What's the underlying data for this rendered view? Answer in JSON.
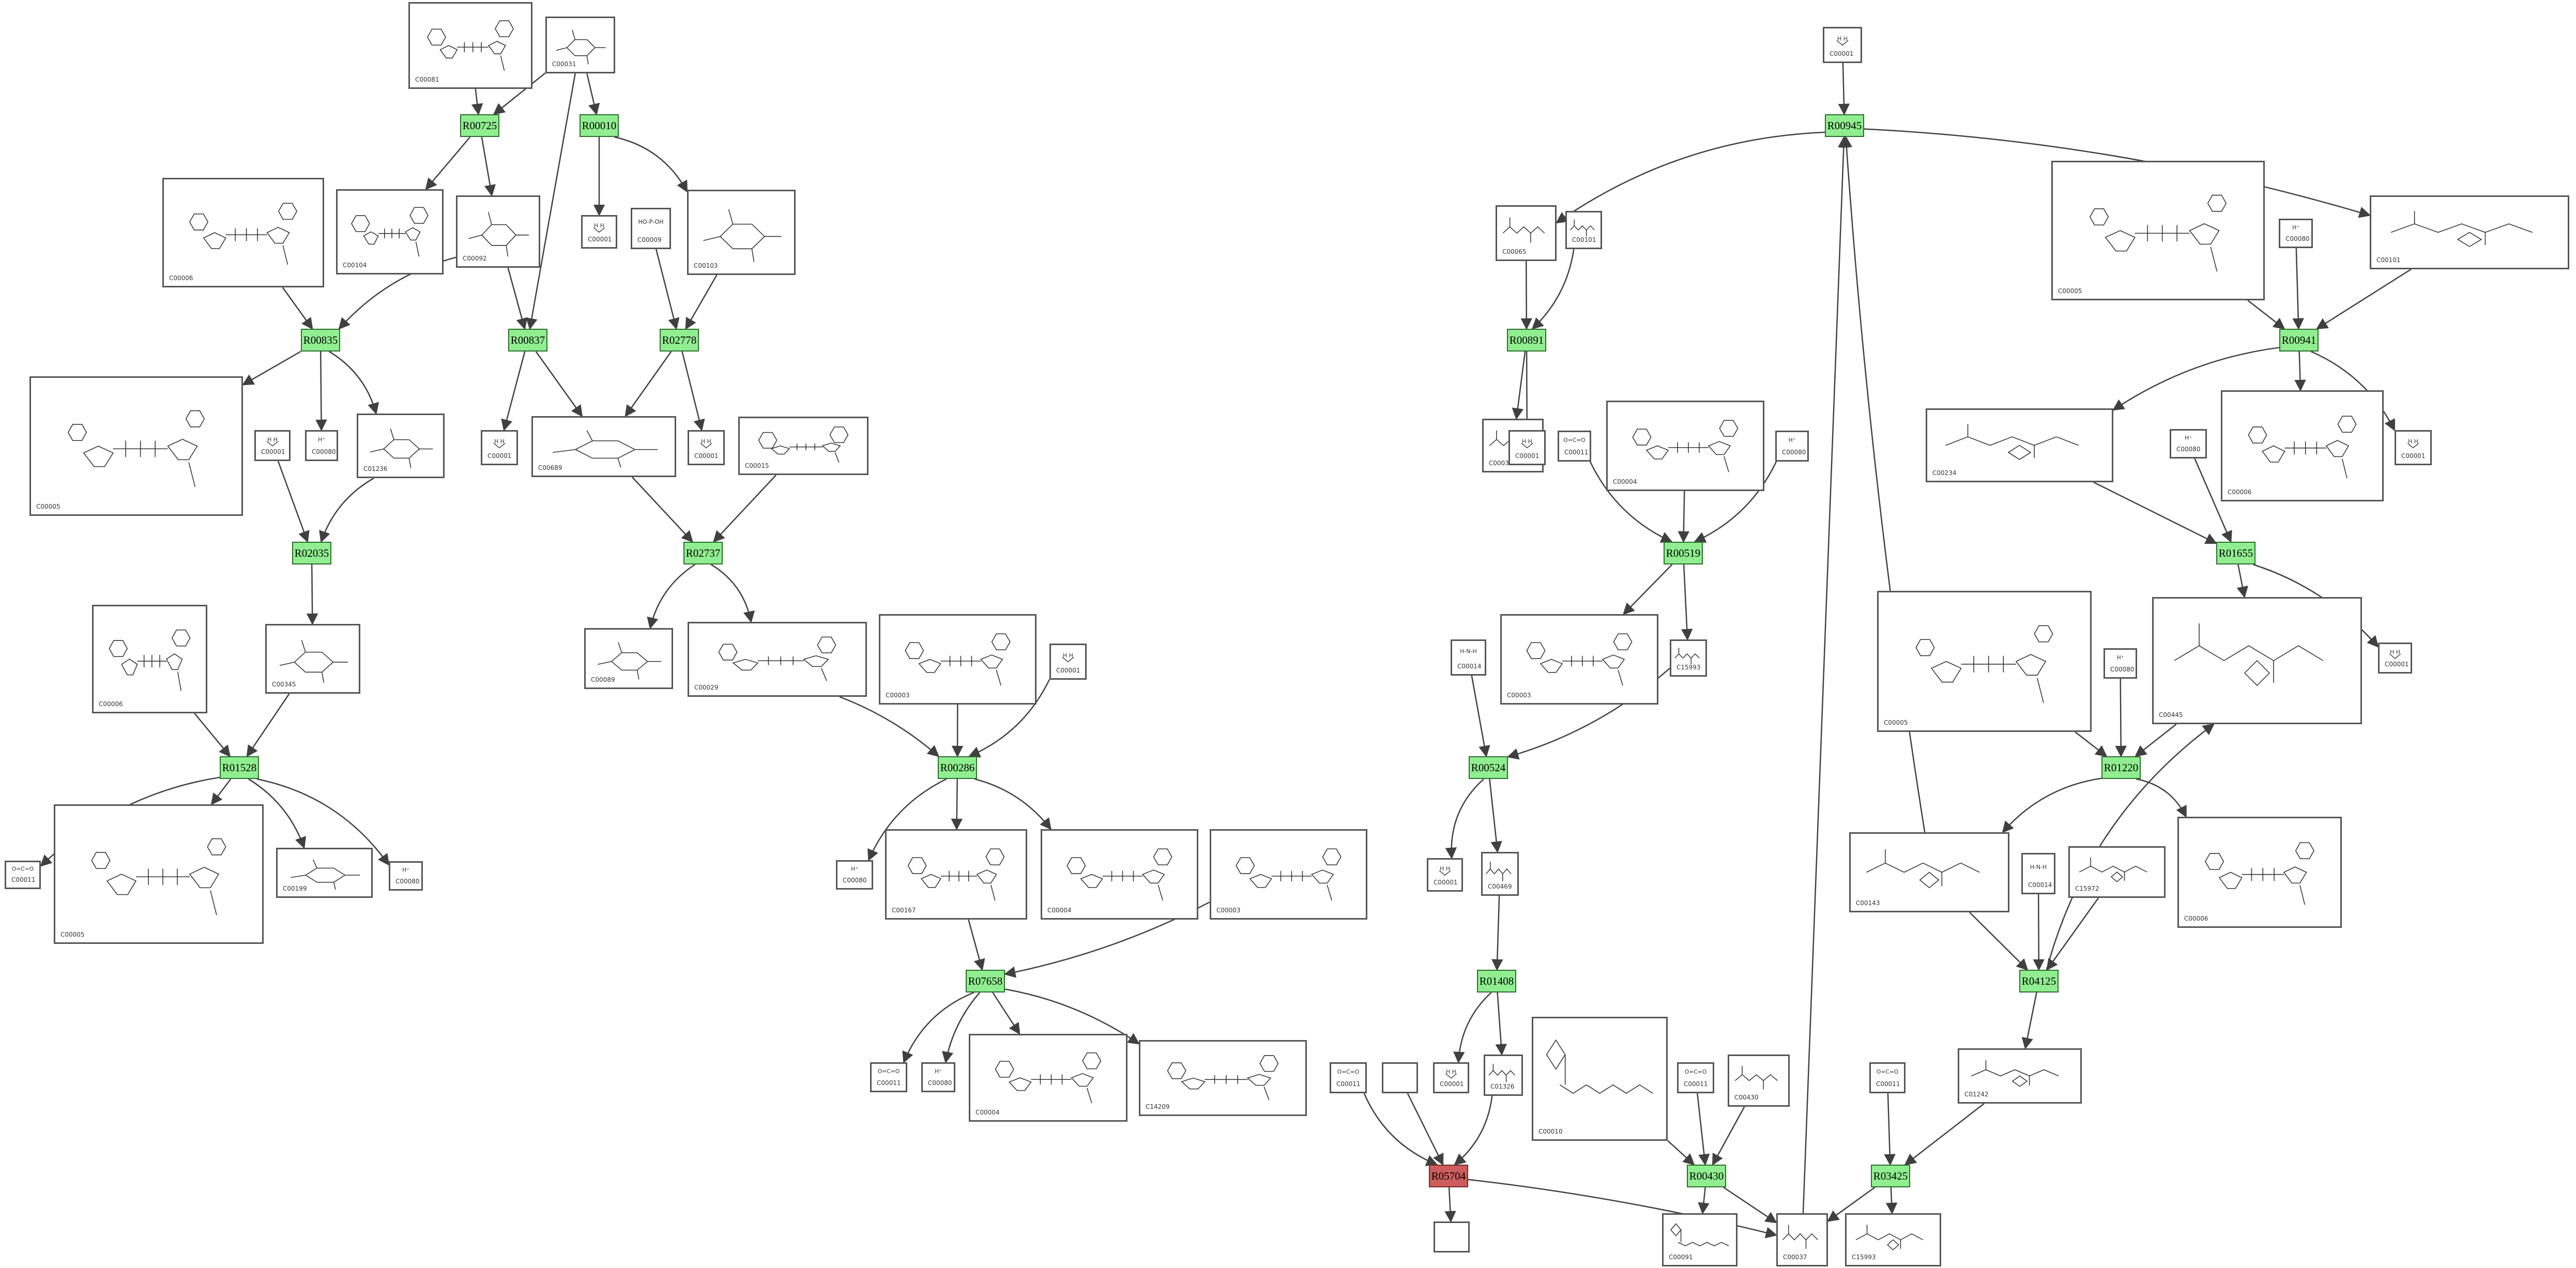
{
  "colors": {
    "reaction_fill": "#90ee90",
    "reaction_highlight_fill": "#cd5c5c",
    "edge": "#404040",
    "box_border": "#555555"
  },
  "reactions": [
    {
      "key": "r_00725",
      "label": "R00725"
    },
    {
      "key": "r_00010",
      "label": "R00010"
    },
    {
      "key": "r_00835",
      "label": "R00835"
    },
    {
      "key": "r_00837",
      "label": "R00837"
    },
    {
      "key": "r_02778",
      "label": "R02778"
    },
    {
      "key": "r_02035",
      "label": "R02035"
    },
    {
      "key": "r_02737",
      "label": "R02737"
    },
    {
      "key": "r_01528",
      "label": "R01528"
    },
    {
      "key": "r_00286",
      "label": "R00286"
    },
    {
      "key": "r_07658",
      "label": "R07658"
    },
    {
      "key": "r_00945",
      "label": "R00945"
    },
    {
      "key": "r_00891",
      "label": "R00891"
    },
    {
      "key": "r_00941",
      "label": "R00941"
    },
    {
      "key": "r_00519",
      "label": "R00519"
    },
    {
      "key": "r_01655",
      "label": "R01655"
    },
    {
      "key": "r_00524",
      "label": "R00524"
    },
    {
      "key": "r_01220",
      "label": "R01220"
    },
    {
      "key": "r_01408",
      "label": "R01408"
    },
    {
      "key": "r_04125",
      "label": "R04125"
    },
    {
      "key": "r_05704",
      "label": "R05704",
      "highlight": true
    },
    {
      "key": "r_00430",
      "label": "R00430"
    },
    {
      "key": "r_03425",
      "label": "R03425"
    }
  ],
  "compounds": [
    {
      "key": "c_00081",
      "id": "C00081",
      "kind": "nucleotide"
    },
    {
      "key": "c_00031a",
      "id": "C00031",
      "kind": "sugar"
    },
    {
      "key": "c_00104",
      "id": "C00104",
      "kind": "nucleotide"
    },
    {
      "key": "c_00092",
      "id": "C00092",
      "kind": "sugar"
    },
    {
      "key": "c_00001a",
      "id": "C00001",
      "kind": "water"
    },
    {
      "key": "c_00009",
      "id": "C00009",
      "kind": "phosphate"
    },
    {
      "key": "c_00103",
      "id": "C00103",
      "kind": "sugar"
    },
    {
      "key": "c_00006a",
      "id": "C00006",
      "kind": "nucleotide"
    },
    {
      "key": "c_00005a",
      "id": "C00005",
      "kind": "nucleotide"
    },
    {
      "key": "c_00001b",
      "id": "C00001",
      "kind": "water"
    },
    {
      "key": "c_00080a",
      "id": "C00080",
      "kind": "proton"
    },
    {
      "key": "c_01236",
      "id": "C01236",
      "kind": "sugar"
    },
    {
      "key": "c_00001c",
      "id": "C00001",
      "kind": "water"
    },
    {
      "key": "c_00689",
      "id": "C00689",
      "kind": "sugar"
    },
    {
      "key": "c_00001d",
      "id": "C00001",
      "kind": "water"
    },
    {
      "key": "c_00015",
      "id": "C00015",
      "kind": "nucleotide"
    },
    {
      "key": "c_00006b",
      "id": "C00006",
      "kind": "nucleotide"
    },
    {
      "key": "c_00345",
      "id": "C00345",
      "kind": "sugar"
    },
    {
      "key": "c_00089",
      "id": "C00089",
      "kind": "sugar"
    },
    {
      "key": "c_00029",
      "id": "C00029",
      "kind": "nucleotide"
    },
    {
      "key": "c_00003a",
      "id": "C00003",
      "kind": "nucleotide"
    },
    {
      "key": "c_00001e",
      "id": "C00001",
      "kind": "water"
    },
    {
      "key": "c_00011a",
      "id": "C00011",
      "kind": "co2"
    },
    {
      "key": "c_00005b",
      "id": "C00005",
      "kind": "nucleotide"
    },
    {
      "key": "c_00199",
      "id": "C00199",
      "kind": "sugar"
    },
    {
      "key": "c_00080b",
      "id": "C00080",
      "kind": "proton"
    },
    {
      "key": "c_00080c",
      "id": "C00080",
      "kind": "proton"
    },
    {
      "key": "c_00167",
      "id": "C00167",
      "kind": "nucleotide"
    },
    {
      "key": "c_00004a",
      "id": "C00004",
      "kind": "nucleotide"
    },
    {
      "key": "c_00003b",
      "id": "C00003",
      "kind": "nucleotide"
    },
    {
      "key": "c_00011b",
      "id": "C00011",
      "kind": "co2"
    },
    {
      "key": "c_00080d",
      "id": "C00080",
      "kind": "proton"
    },
    {
      "key": "c_00004b",
      "id": "C00004",
      "kind": "nucleotide"
    },
    {
      "key": "c_14209",
      "id": "C14209",
      "kind": "nucleotide"
    },
    {
      "key": "c_00001f",
      "id": "C00001",
      "kind": "water"
    },
    {
      "key": "c_00065",
      "id": "C00065",
      "kind": "amino"
    },
    {
      "key": "c_00101",
      "id": "C00101",
      "kind": "amino"
    },
    {
      "key": "c_00037",
      "id": "C00037",
      "kind": "amino"
    },
    {
      "key": "c_00001g",
      "id": "C00001",
      "kind": "water"
    },
    {
      "key": "c_00011c",
      "id": "C00011",
      "kind": "co2"
    },
    {
      "key": "c_00004c",
      "id": "C00004",
      "kind": "nucleotide"
    },
    {
      "key": "c_00080e",
      "id": "C00080",
      "kind": "proton"
    },
    {
      "key": "c_00003c",
      "id": "C00003",
      "kind": "nucleotide"
    },
    {
      "key": "c_00014a",
      "id": "C00014",
      "kind": "ammonia"
    },
    {
      "key": "c_00469",
      "id": "C00469",
      "kind": "amino"
    },
    {
      "key": "c_00001h",
      "id": "C00001",
      "kind": "water"
    },
    {
      "key": "c_00001i",
      "id": "C00001",
      "kind": "water"
    },
    {
      "key": "c_00011d",
      "id": "C00011",
      "kind": "co2"
    },
    {
      "key": "c_00001j",
      "id": "C00001",
      "kind": "water"
    },
    {
      "key": "c_01326",
      "id": "C01326",
      "kind": "amino"
    },
    {
      "key": "c_00010",
      "id": "C00010",
      "kind": "coa"
    },
    {
      "key": "c_00011e",
      "id": "C00011",
      "kind": "co2"
    },
    {
      "key": "c_00430",
      "id": "C00430",
      "kind": "amino"
    },
    {
      "key": "c_00091",
      "id": "C00091",
      "kind": "coa"
    },
    {
      "key": "c_00037b",
      "id": "C00037",
      "kind": "amino"
    },
    {
      "key": "c_00001k",
      "id": "C00001",
      "kind": "water"
    },
    {
      "key": "c_00011f",
      "id": "C00011",
      "kind": "co2"
    },
    {
      "key": "c_00005c",
      "id": "C00005",
      "kind": "nucleotide"
    },
    {
      "key": "c_00080f",
      "id": "C00080",
      "kind": "proton"
    },
    {
      "key": "c_00101b",
      "id": "C00101",
      "kind": "amino"
    },
    {
      "key": "c_00234",
      "id": "C00234",
      "kind": "amino"
    },
    {
      "key": "c_00080g",
      "id": "C00080",
      "kind": "proton"
    },
    {
      "key": "c_00006c",
      "id": "C00006",
      "kind": "nucleotide"
    },
    {
      "key": "c_00001l",
      "id": "C00001",
      "kind": "water"
    },
    {
      "key": "c_00005d",
      "id": "C00005",
      "kind": "nucleotide"
    },
    {
      "key": "c_00080h",
      "id": "C00080",
      "kind": "proton"
    },
    {
      "key": "c_00445",
      "id": "C00445",
      "kind": "amino"
    },
    {
      "key": "c_00001m",
      "id": "C00001",
      "kind": "water"
    },
    {
      "key": "c_00143",
      "id": "C00143",
      "kind": "amino"
    },
    {
      "key": "c_00014b",
      "id": "C00014",
      "kind": "ammonia"
    },
    {
      "key": "c_15972",
      "id": "C15972",
      "kind": "amino"
    },
    {
      "key": "c_00006d",
      "id": "C00006",
      "kind": "nucleotide"
    },
    {
      "key": "c_01242",
      "id": "C01242",
      "kind": "amino"
    },
    {
      "key": "c_00011g",
      "id": "C00011",
      "kind": "co2"
    },
    {
      "key": "c_15993",
      "id": "C15993",
      "kind": "amino"
    },
    {
      "key": "c_blank1",
      "id": "",
      "kind": "blank"
    },
    {
      "key": "c_blank2",
      "id": "",
      "kind": "blank"
    }
  ]
}
